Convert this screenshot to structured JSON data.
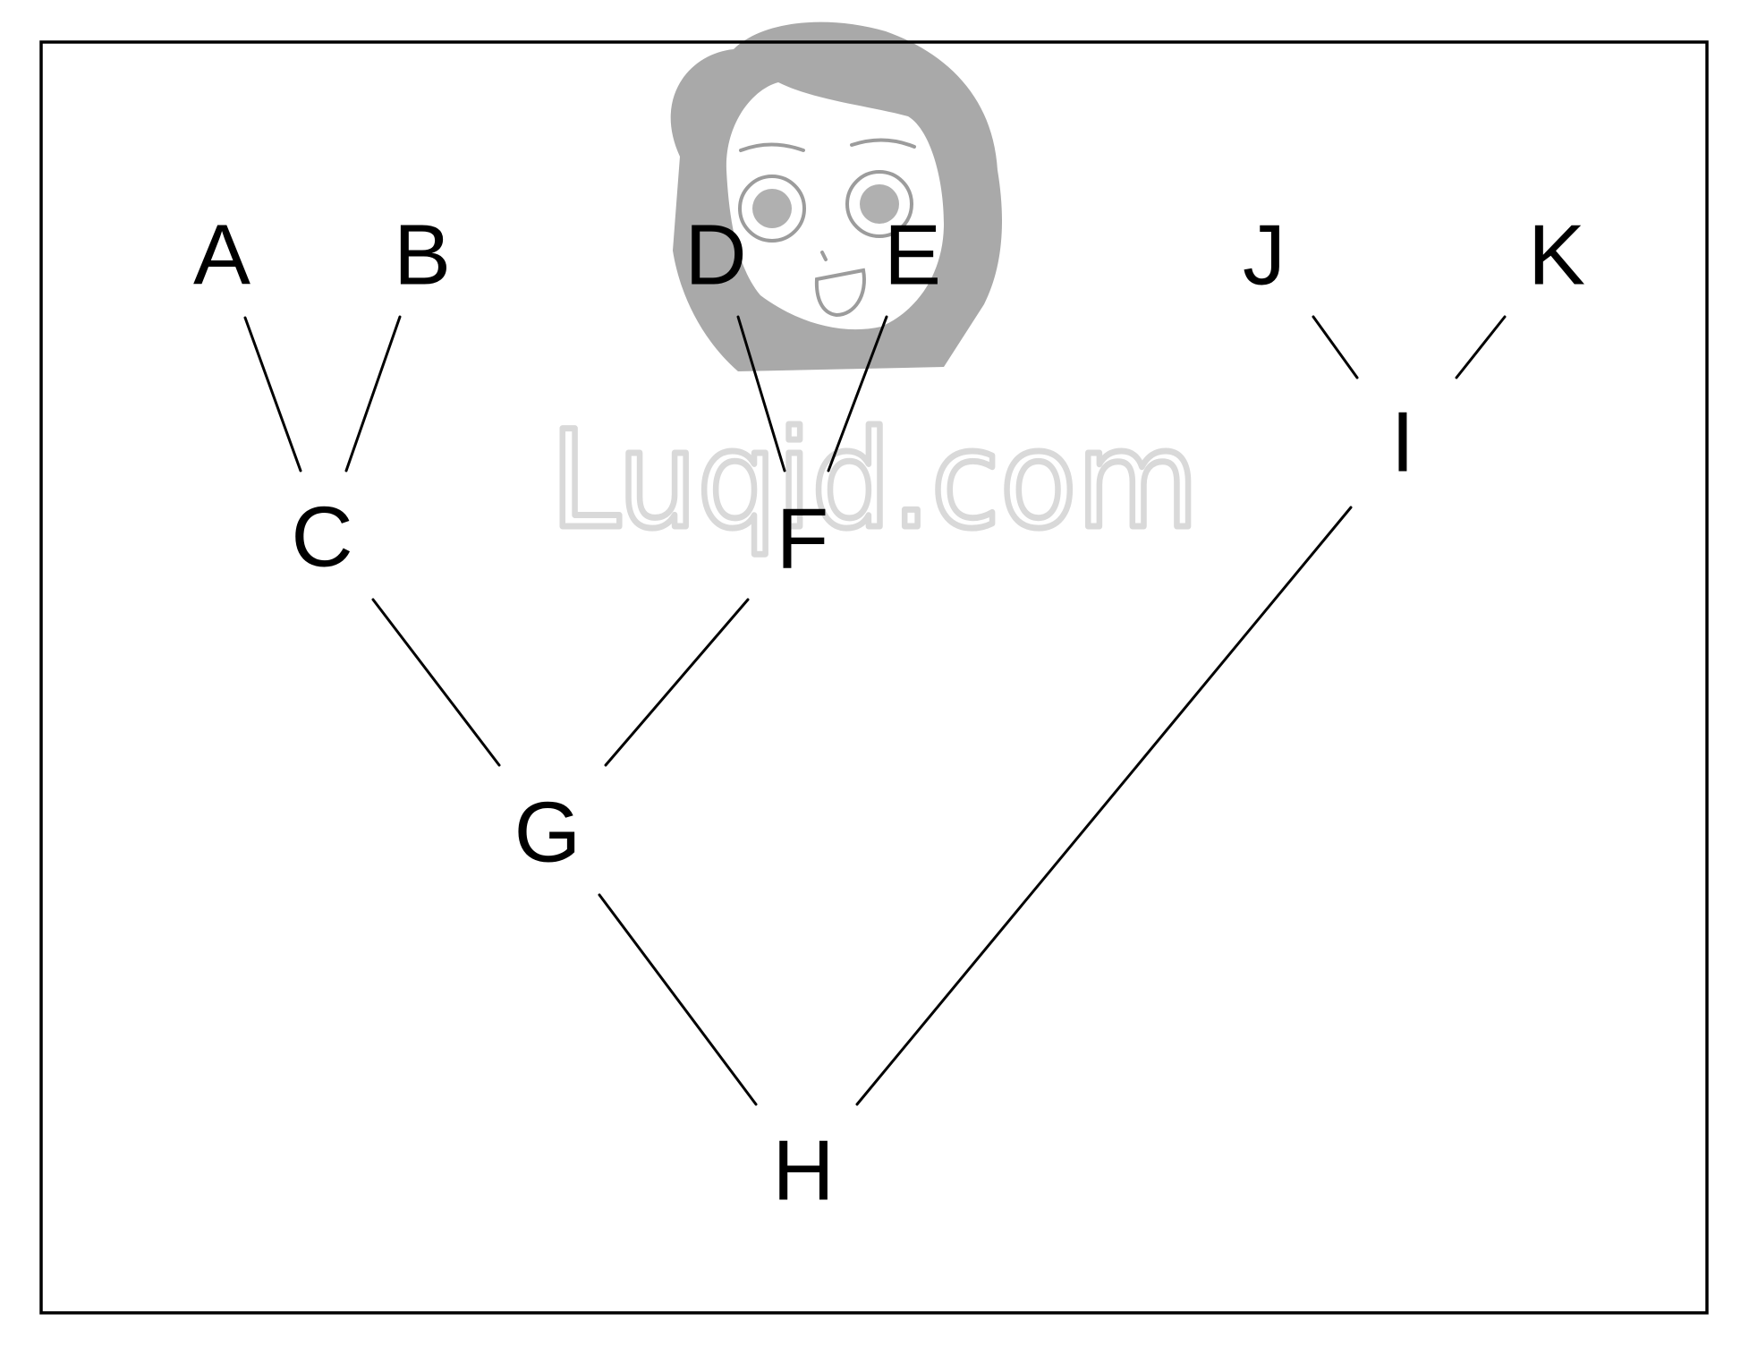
{
  "diagram": {
    "type": "tree",
    "nodes": [
      {
        "id": "A",
        "label": "A"
      },
      {
        "id": "B",
        "label": "B"
      },
      {
        "id": "C",
        "label": "C"
      },
      {
        "id": "D",
        "label": "D"
      },
      {
        "id": "E",
        "label": "E"
      },
      {
        "id": "F",
        "label": "F"
      },
      {
        "id": "G",
        "label": "G"
      },
      {
        "id": "H",
        "label": "H"
      },
      {
        "id": "I",
        "label": "I"
      },
      {
        "id": "J",
        "label": "J"
      },
      {
        "id": "K",
        "label": "K"
      }
    ],
    "edges": [
      {
        "from": "A",
        "to": "C"
      },
      {
        "from": "B",
        "to": "C"
      },
      {
        "from": "D",
        "to": "F"
      },
      {
        "from": "E",
        "to": "F"
      },
      {
        "from": "C",
        "to": "G"
      },
      {
        "from": "F",
        "to": "G"
      },
      {
        "from": "G",
        "to": "H"
      },
      {
        "from": "I",
        "to": "H"
      },
      {
        "from": "J",
        "to": "I"
      },
      {
        "from": "K",
        "to": "I"
      }
    ]
  },
  "watermark": {
    "text": "Luqid.com",
    "color": "#d9d9d9"
  }
}
